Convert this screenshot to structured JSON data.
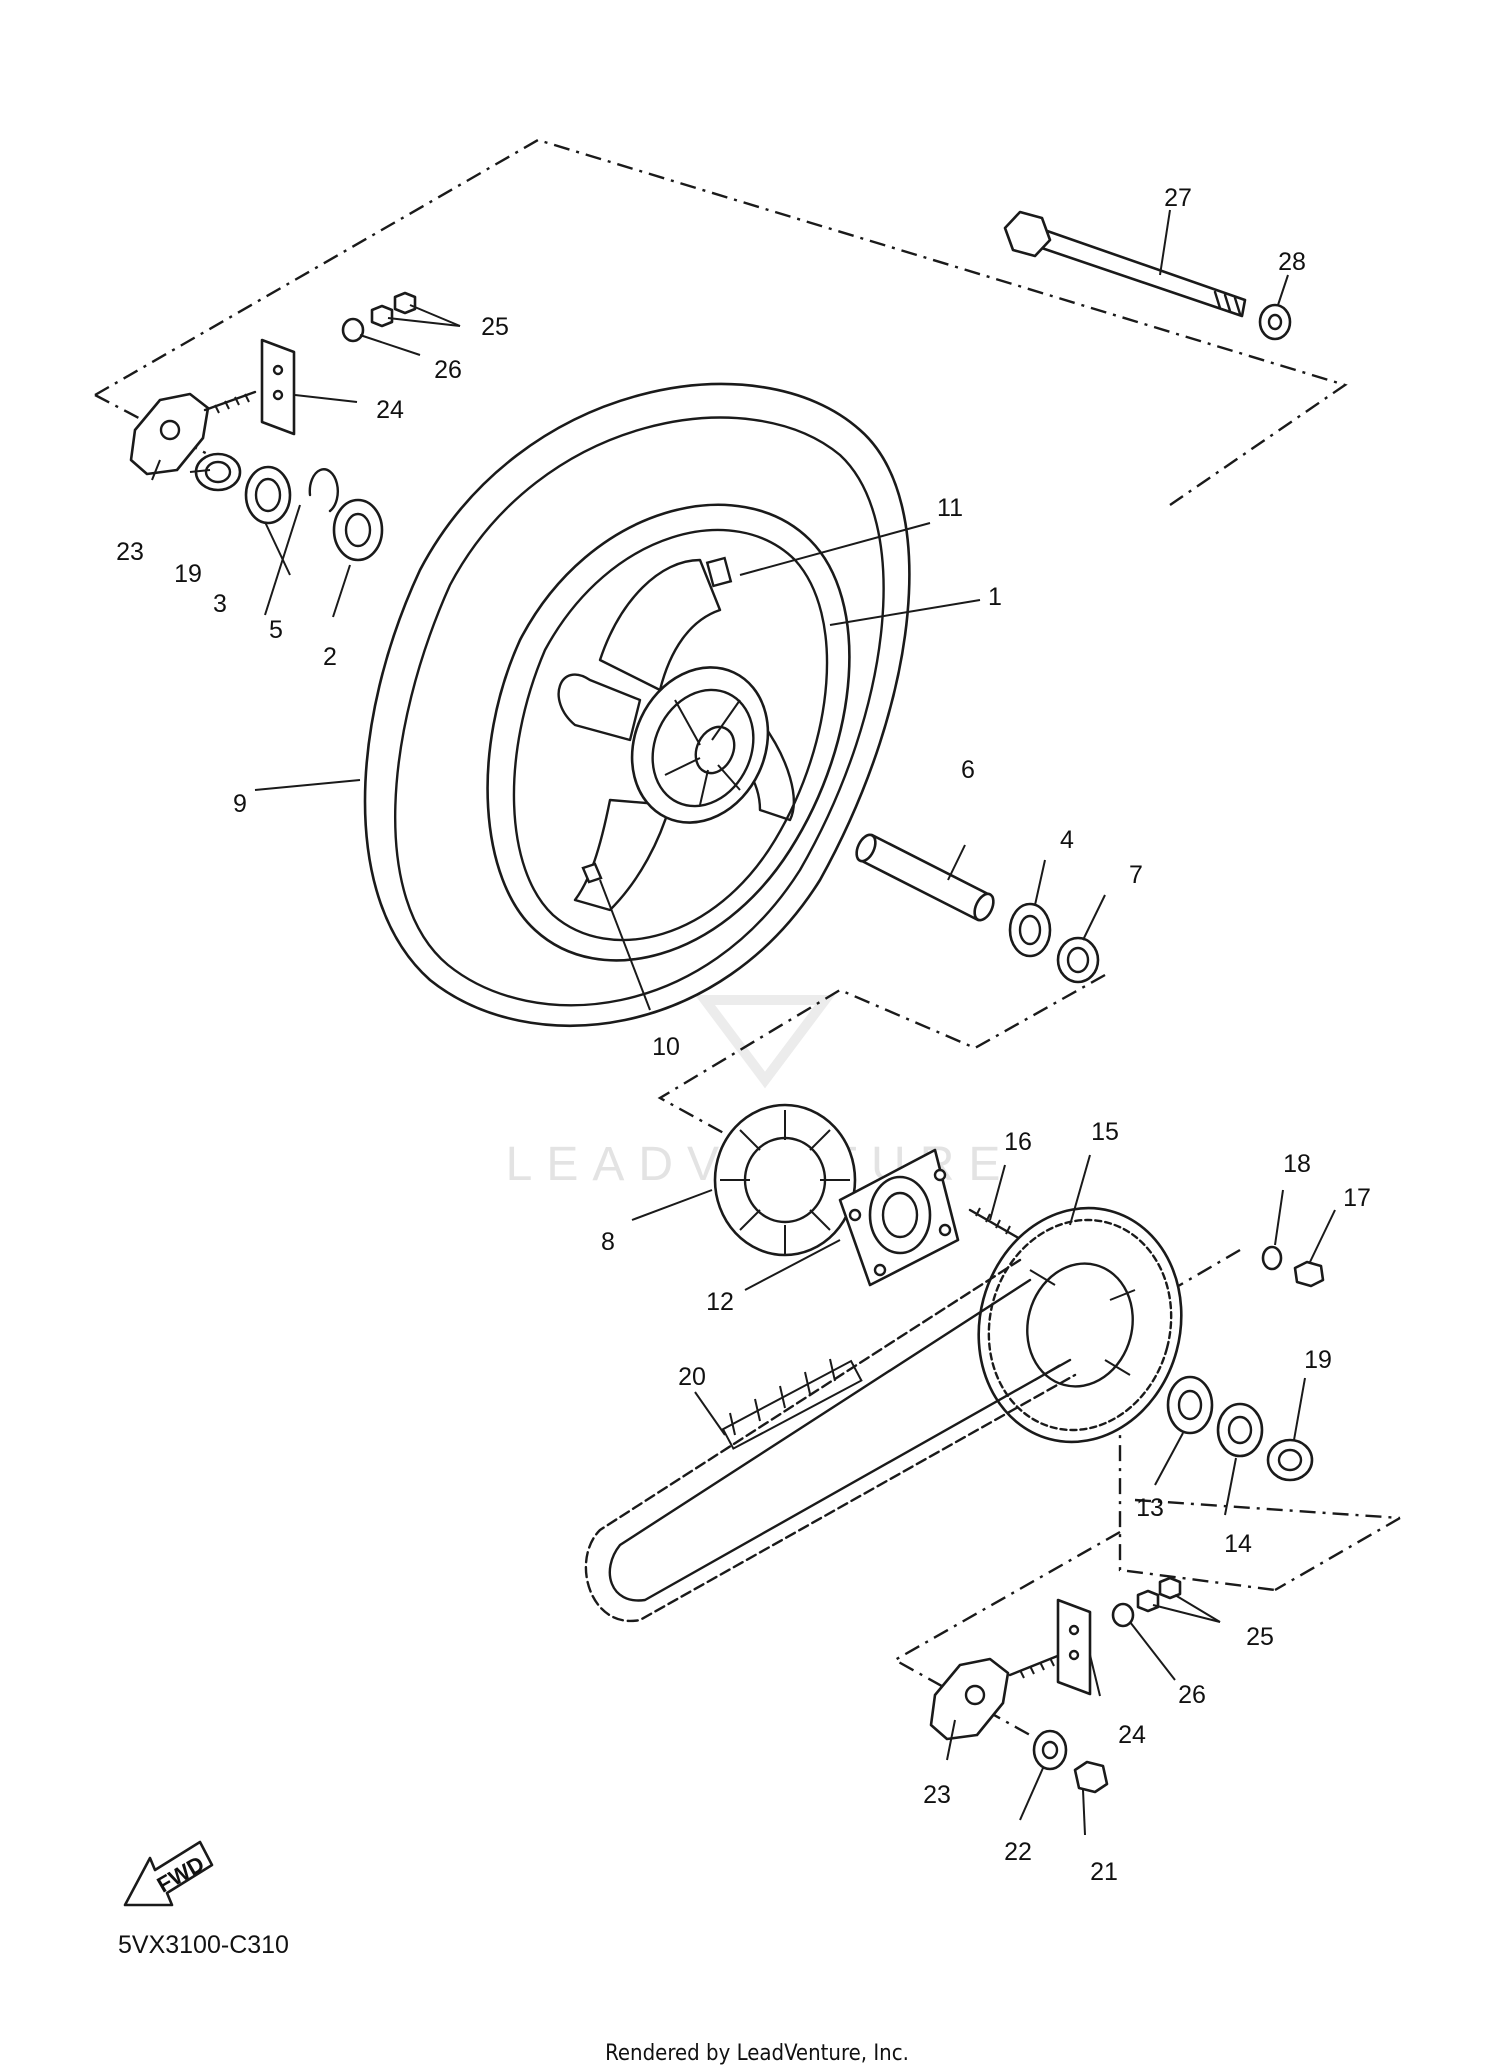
{
  "diagram_code": "5VX3100-C310",
  "footer": "Rendered by LeadVenture, Inc.",
  "watermark": "LEADVENTURE",
  "fwd_label": "FWD",
  "callouts": [
    {
      "id": "1",
      "label": "1"
    },
    {
      "id": "2",
      "label": "2"
    },
    {
      "id": "3",
      "label": "3"
    },
    {
      "id": "4",
      "label": "4"
    },
    {
      "id": "5",
      "label": "5"
    },
    {
      "id": "6",
      "label": "6"
    },
    {
      "id": "7",
      "label": "7"
    },
    {
      "id": "8",
      "label": "8"
    },
    {
      "id": "9",
      "label": "9"
    },
    {
      "id": "10",
      "label": "10"
    },
    {
      "id": "11",
      "label": "11"
    },
    {
      "id": "12",
      "label": "12"
    },
    {
      "id": "13",
      "label": "13"
    },
    {
      "id": "14",
      "label": "14"
    },
    {
      "id": "15",
      "label": "15"
    },
    {
      "id": "16",
      "label": "16"
    },
    {
      "id": "17",
      "label": "17"
    },
    {
      "id": "18",
      "label": "18"
    },
    {
      "id": "19a",
      "label": "19"
    },
    {
      "id": "19b",
      "label": "19"
    },
    {
      "id": "20",
      "label": "20"
    },
    {
      "id": "21",
      "label": "21"
    },
    {
      "id": "22",
      "label": "22"
    },
    {
      "id": "23a",
      "label": "23"
    },
    {
      "id": "23b",
      "label": "23"
    },
    {
      "id": "24a",
      "label": "24"
    },
    {
      "id": "24b",
      "label": "24"
    },
    {
      "id": "25a",
      "label": "25"
    },
    {
      "id": "25b",
      "label": "25"
    },
    {
      "id": "26a",
      "label": "26"
    },
    {
      "id": "26b",
      "label": "26"
    },
    {
      "id": "27",
      "label": "27"
    },
    {
      "id": "28",
      "label": "28"
    }
  ]
}
